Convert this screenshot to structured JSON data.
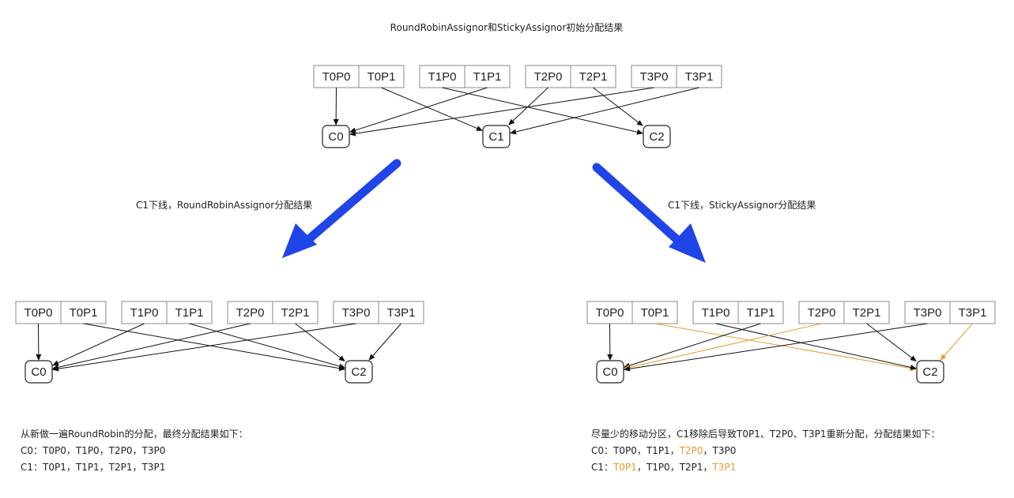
{
  "title": "RoundRobinAssignor和StickyAssignor初始分配结果",
  "left_caption": "C1下线，RoundRobinAssignor分配结果",
  "right_caption": "C1下线，StickyAssignor分配结果",
  "colors": {
    "arrow_blue": "#1f45e8",
    "line": "#111111",
    "highlight": "#e69a2e",
    "box_border": "#8a8a8a"
  },
  "partitions": [
    "T0P0",
    "T0P1",
    "T1P0",
    "T1P1",
    "T2P0",
    "T2P1",
    "T3P0",
    "T3P1"
  ],
  "top": {
    "consumers": [
      "C0",
      "C1",
      "C2"
    ],
    "assignment": {
      "T0P0": "C0",
      "T0P1": "C1",
      "T1P0": "C2",
      "T1P1": "C0",
      "T2P0": "C1",
      "T2P1": "C2",
      "T3P0": "C0",
      "T3P1": "C1"
    }
  },
  "left": {
    "consumers": [
      "C0",
      "C2"
    ],
    "assignment": {
      "T0P0": "C0",
      "T0P1": "C2",
      "T1P0": "C0",
      "T1P1": "C2",
      "T2P0": "C0",
      "T2P1": "C2",
      "T3P0": "C0",
      "T3P1": "C2"
    },
    "note": {
      "heading": "从新做一遍RoundRobin的分配，最终分配结果如下：",
      "lines": [
        [
          {
            "t": "C0：T0P0，T1P0，T2P0，T3P0",
            "hl": false
          }
        ],
        [
          {
            "t": "C1：T0P1，T1P1，T2P1，T3P1",
            "hl": false
          }
        ]
      ]
    }
  },
  "right": {
    "consumers": [
      "C0",
      "C2"
    ],
    "assignment": {
      "T0P0": "C0",
      "T0P1": "C2",
      "T1P0": "C2",
      "T1P1": "C0",
      "T2P0": "C0",
      "T2P1": "C2",
      "T3P0": "C0",
      "T3P1": "C2"
    },
    "highlighted": [
      "T0P1",
      "T2P0",
      "T3P1"
    ],
    "note": {
      "heading": "尽量少的移动分区，C1移除后导致T0P1、T2P0、T3P1重新分配，分配结果如下：",
      "lines": [
        [
          {
            "t": "C0：T0P0，T1P1，",
            "hl": false
          },
          {
            "t": "T2P0",
            "hl": true
          },
          {
            "t": "，T3P0",
            "hl": false
          }
        ],
        [
          {
            "t": "C1：",
            "hl": false
          },
          {
            "t": "T0P1",
            "hl": true
          },
          {
            "t": "，T1P0，T2P1，",
            "hl": false
          },
          {
            "t": "T3P1",
            "hl": true
          }
        ]
      ]
    }
  }
}
